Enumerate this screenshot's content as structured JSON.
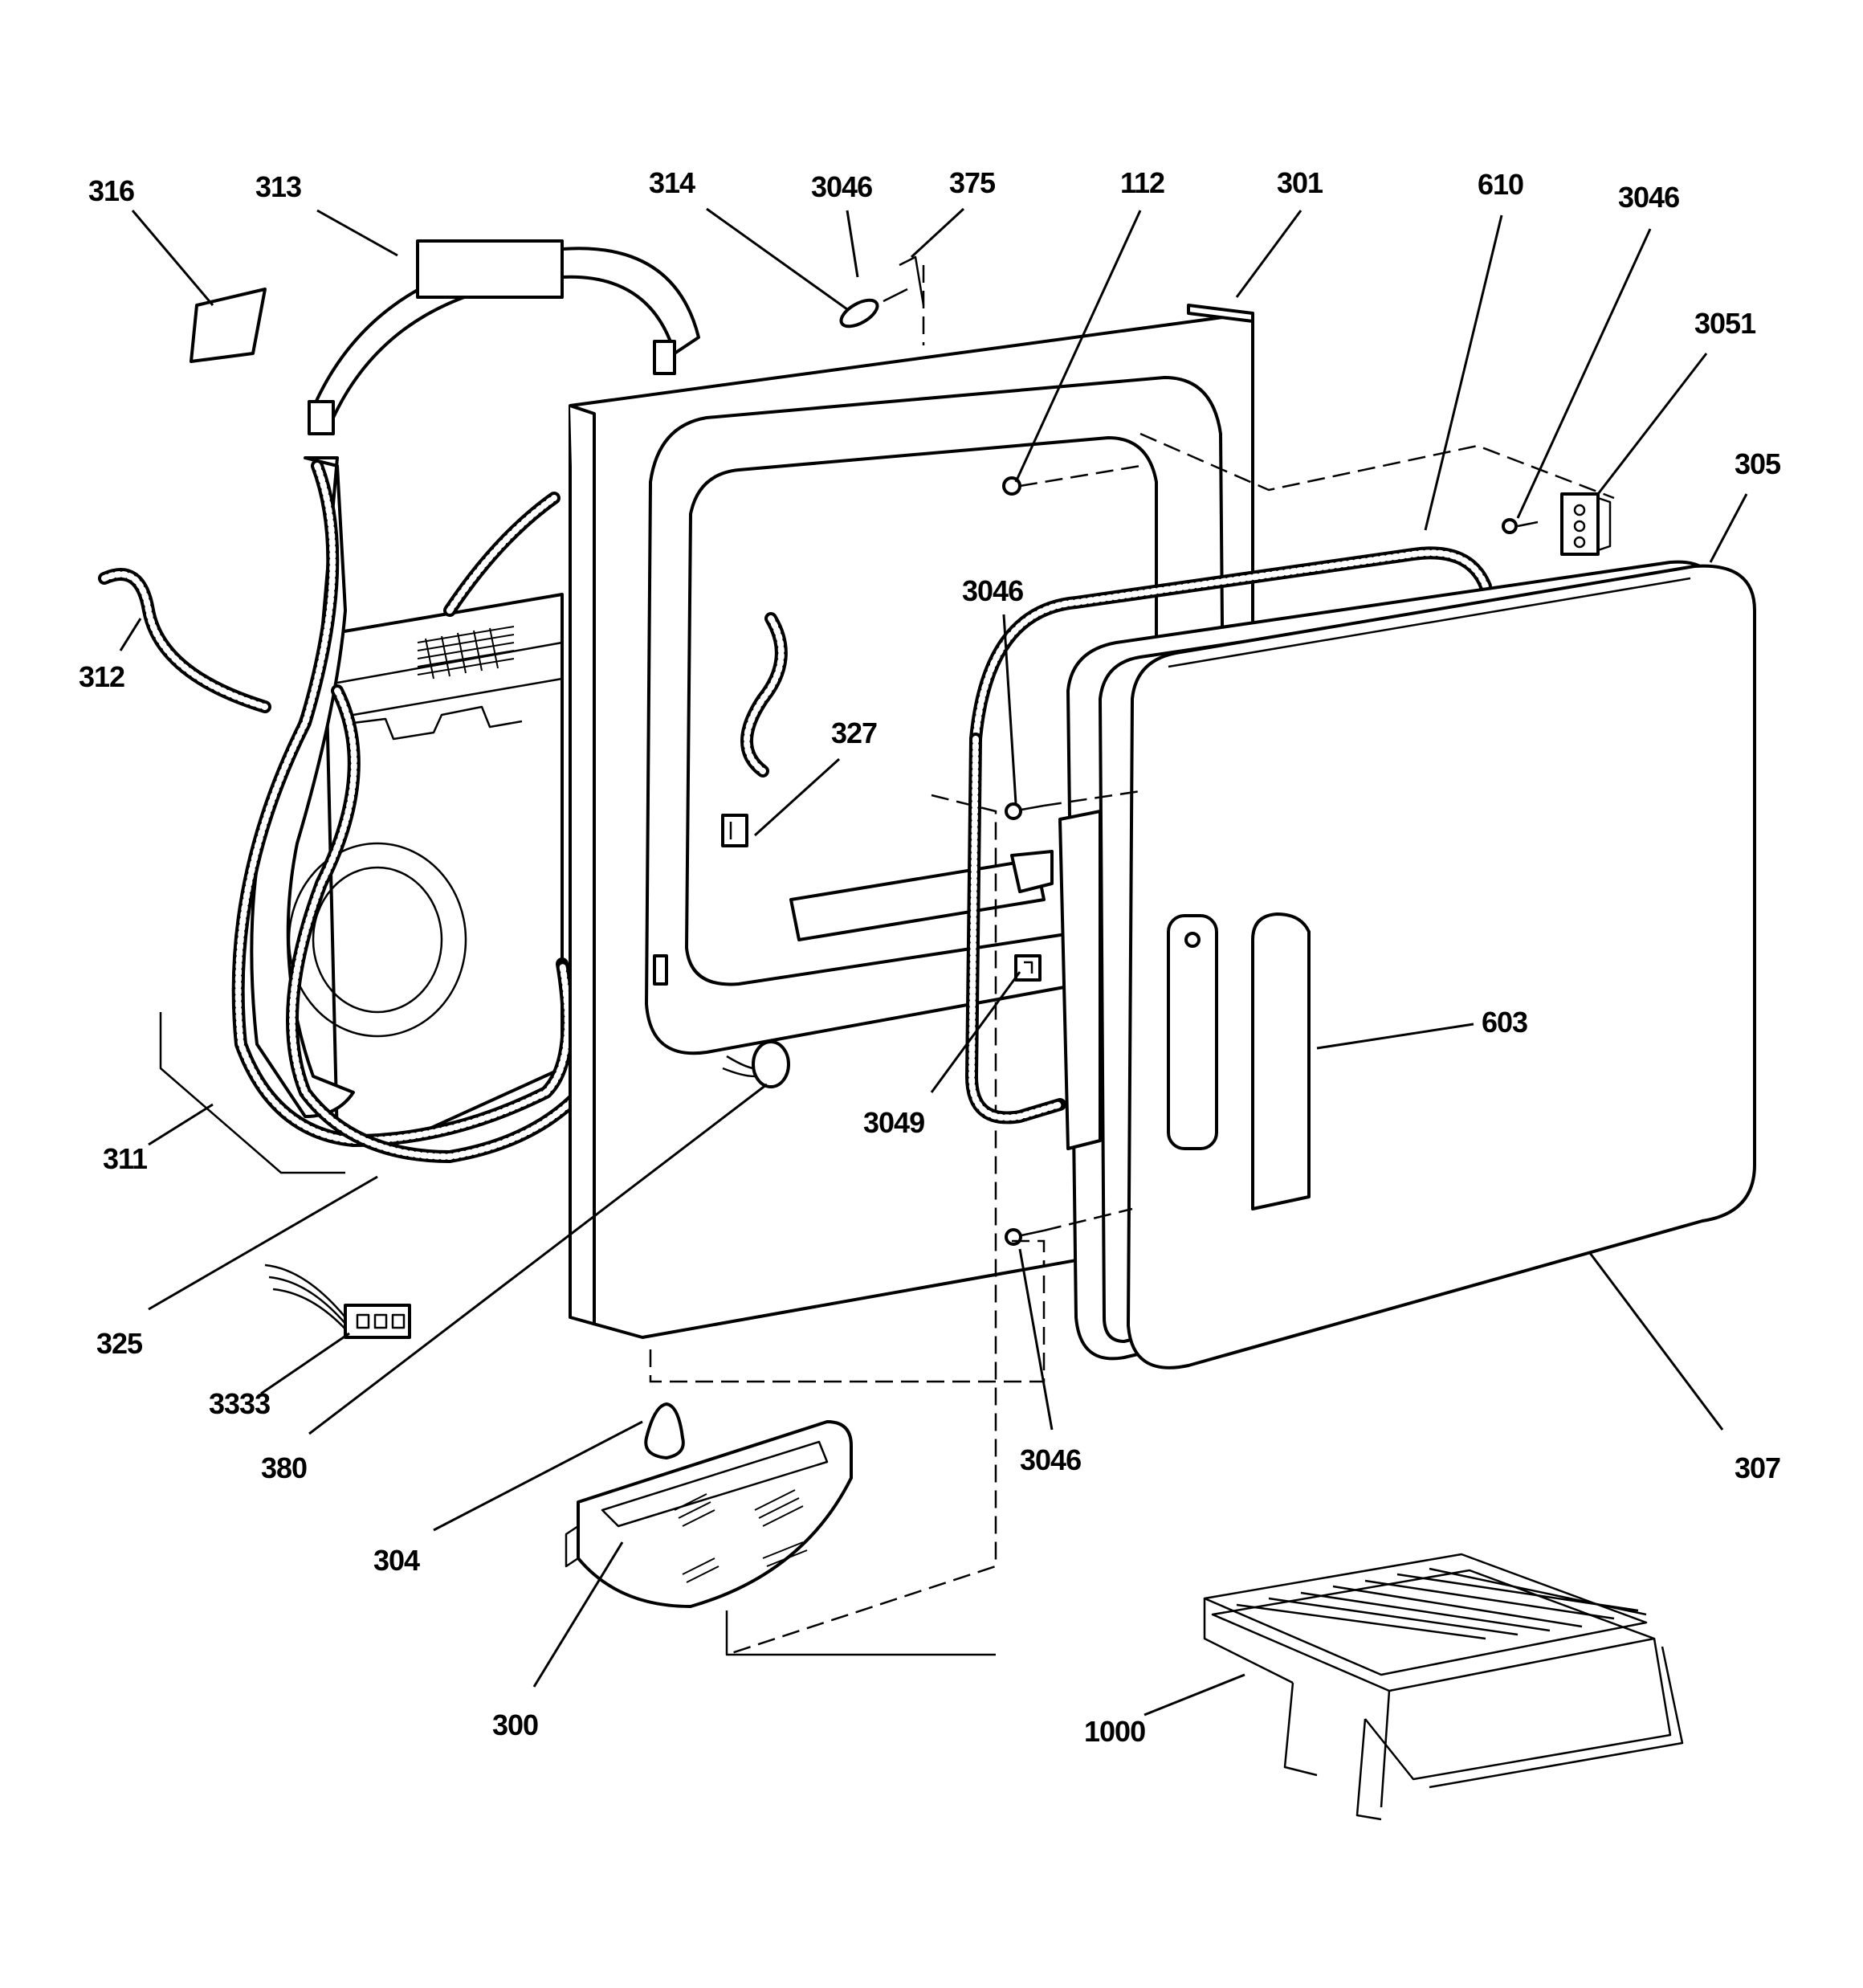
{
  "callouts": [
    {
      "id": "316",
      "text": "316"
    },
    {
      "id": "313",
      "text": "313"
    },
    {
      "id": "314",
      "text": "314"
    },
    {
      "id": "3046a",
      "text": "3046"
    },
    {
      "id": "375",
      "text": "375"
    },
    {
      "id": "112",
      "text": "112"
    },
    {
      "id": "301",
      "text": "301"
    },
    {
      "id": "610",
      "text": "610"
    },
    {
      "id": "3046b",
      "text": "3046"
    },
    {
      "id": "3051",
      "text": "3051"
    },
    {
      "id": "305",
      "text": "305"
    },
    {
      "id": "312",
      "text": "312"
    },
    {
      "id": "3046c",
      "text": "3046"
    },
    {
      "id": "327",
      "text": "327"
    },
    {
      "id": "603",
      "text": "603"
    },
    {
      "id": "3049",
      "text": "3049"
    },
    {
      "id": "311",
      "text": "311"
    },
    {
      "id": "325",
      "text": "325"
    },
    {
      "id": "3333",
      "text": "3333"
    },
    {
      "id": "380",
      "text": "380"
    },
    {
      "id": "3046d",
      "text": "3046"
    },
    {
      "id": "307",
      "text": "307"
    },
    {
      "id": "304",
      "text": "304"
    },
    {
      "id": "300",
      "text": "300"
    },
    {
      "id": "1000",
      "text": "1000"
    }
  ]
}
